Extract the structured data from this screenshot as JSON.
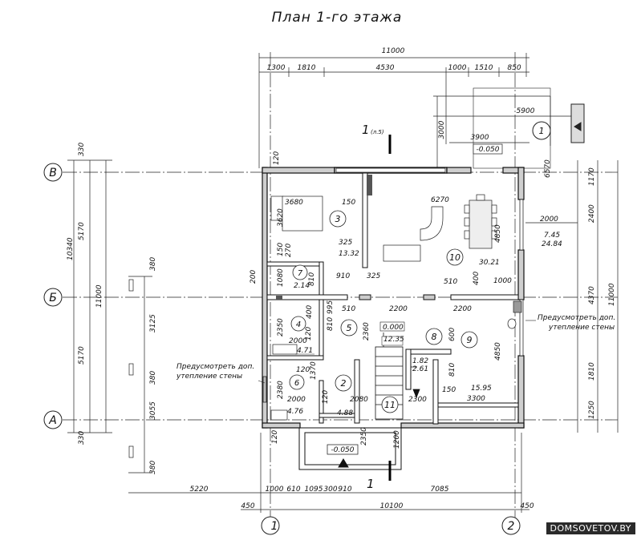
{
  "title": "План 1-го этажа",
  "axes": {
    "v1": "1",
    "v2": "2",
    "hA": "А",
    "hB": "Б",
    "hV": "В"
  },
  "top_dims": {
    "overall": "11000",
    "segments": [
      "1300",
      "1810",
      "4530",
      "1000",
      "1510",
      "850"
    ],
    "d5900": "5900",
    "d3900": "3900",
    "d3000": "3000"
  },
  "bottom_dims": {
    "overall": "10100",
    "left": "450",
    "right": "450",
    "seg5220": "5220",
    "seg7085": "7085",
    "segs": [
      "1000",
      "610",
      "1095",
      "300",
      "910"
    ]
  },
  "left_dims": {
    "overall": "10340",
    "overall2": "11000",
    "top330": "330",
    "bot330": "330",
    "upper": "5170",
    "lower": "5170",
    "col380a": "380",
    "col3125": "3125",
    "col380b": "380",
    "col3055": "3055",
    "col380c": "380",
    "d200": "200"
  },
  "right_dims": {
    "d1170": "1170",
    "d2400": "2400",
    "d4370": "4370",
    "d11000": "11000",
    "d1810": "1810",
    "d1250": "1250",
    "d6570": "6570",
    "d2000": "2000"
  },
  "section_marks": {
    "top": "1",
    "top_ref": "(л.5)",
    "bottom": "1"
  },
  "levels": {
    "entry_top": "-0.050",
    "main": "0.000",
    "entry_bottom": "-0.050"
  },
  "rooms": [
    {
      "num": "1",
      "area": ""
    },
    {
      "num": "2",
      "area": ""
    },
    {
      "num": "3",
      "area": ""
    },
    {
      "num": "4",
      "area": "4.71"
    },
    {
      "num": "5",
      "area": "12.35"
    },
    {
      "num": "6",
      "area": "4.76"
    },
    {
      "num": "7",
      "area": "2.14"
    },
    {
      "num": "8",
      "area": "2.61"
    },
    {
      "num": "9",
      "area": "15.95"
    },
    {
      "num": "10",
      "area": "30.21"
    },
    {
      "num": "11",
      "area": "4.88"
    }
  ],
  "room_labels": {
    "r7_dim": "1.82",
    "r10_extra": "13.32",
    "r_right_a": "7.45",
    "r_right_b": "24.84"
  },
  "interior_dims": [
    "3680",
    "150",
    "6270",
    "325",
    "910",
    "325",
    "270",
    "810",
    "1080",
    "3620",
    "150",
    "4850",
    "510",
    "400",
    "1000",
    "995",
    "510",
    "2200",
    "2200",
    "400",
    "2350",
    "2360",
    "810",
    "120",
    "2000",
    "1370",
    "600",
    "4850",
    "810",
    "150",
    "3300",
    "120",
    "2380",
    "2000",
    "120",
    "2080",
    "2300",
    "1200",
    "2350",
    "120",
    "120"
  ],
  "notes": {
    "right": "Предусмотреть доп.\nутепление стены",
    "left": "Предусмотреть доп.\nутепление стены"
  },
  "watermark": "DOMSOVETOV.BY"
}
